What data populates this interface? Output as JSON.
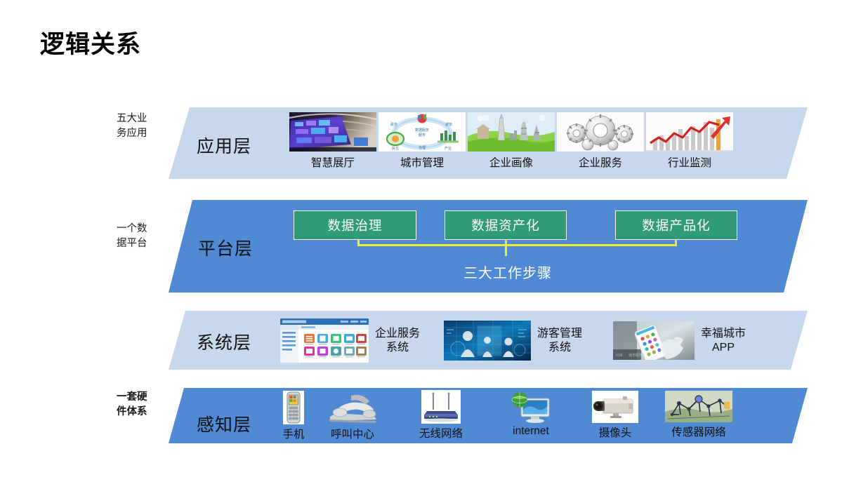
{
  "title": "逻辑关系",
  "colors": {
    "band_light": "#c7d7ec",
    "band_dark": "#5089d4",
    "green_box": "#2f9b78",
    "connector_yellow": "#f2f024",
    "text_dark": "#111111",
    "text_light": "#ffffff"
  },
  "layers": [
    {
      "id": "application",
      "side_caption": "五大业\n务应用",
      "layer_name": "应用层",
      "items": [
        {
          "label": "智慧展厅",
          "icon": "smart-exhibition-hall-photo"
        },
        {
          "label": "城市管理",
          "icon": "city-management-diagram"
        },
        {
          "label": "企业画像",
          "icon": "enterprise-profile-illustration"
        },
        {
          "label": "企业服务",
          "icon": "gears-photo"
        },
        {
          "label": "行业监测",
          "icon": "growth-chart-arrow"
        }
      ]
    },
    {
      "id": "platform",
      "side_caption": "一个数\n据平台",
      "layer_name": "平台层",
      "boxes": [
        {
          "label": "数据治理"
        },
        {
          "label": "数据资产化"
        },
        {
          "label": "数据产品化"
        }
      ],
      "steps_label": "三大工作步骤"
    },
    {
      "id": "system",
      "side_caption": "",
      "layer_name": "系统层",
      "items": [
        {
          "label": "企业服务\n系统",
          "icon": "enterprise-service-dashboard-screenshot"
        },
        {
          "label": "游客管理\n系统",
          "icon": "tourist-management-photo"
        },
        {
          "label": "幸福城市\nAPP",
          "icon": "happy-city-app-phone-photo"
        }
      ]
    },
    {
      "id": "perception",
      "side_caption": "一套硬\n件体系",
      "layer_name": "感知层",
      "items": [
        {
          "label": "手机",
          "icon": "mobile-phone-icon"
        },
        {
          "label": "呼叫中心",
          "icon": "call-center-headset-icon"
        },
        {
          "label": "无线网络",
          "icon": "wireless-router-icon"
        },
        {
          "label": "internet",
          "icon": "internet-globe-monitor-icon"
        },
        {
          "label": "摄像头",
          "icon": "security-camera-icon"
        },
        {
          "label": "传感器网络",
          "icon": "sensor-network-icon"
        }
      ]
    }
  ]
}
